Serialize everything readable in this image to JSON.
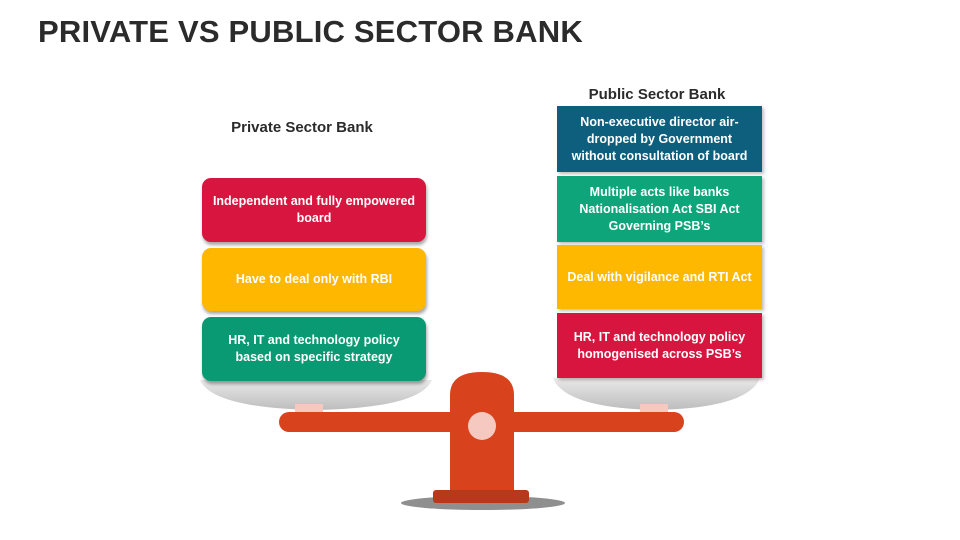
{
  "title": "PRIVATE VS PUBLIC SECTOR BANK",
  "private": {
    "heading": "Private Sector Bank",
    "items": [
      {
        "text": "Independent and fully empowered board",
        "color": "#d8153f"
      },
      {
        "text": "Have to deal only with RBI",
        "color": "#ffb700"
      },
      {
        "text": "HR, IT and technology policy based on specific strategy",
        "color": "#0a9a73"
      }
    ]
  },
  "public": {
    "heading": "Public Sector Bank",
    "items": [
      {
        "text": "Non-executive director air-dropped by Government without consultation of board",
        "color": "#0e5f7d"
      },
      {
        "text": "Multiple acts like banks Nationalisation Act SBI Act Governing PSB’s",
        "color": "#0ea57b"
      },
      {
        "text": "Deal with vigilance and RTI Act",
        "color": "#ffb800"
      },
      {
        "text": "HR, IT and technology policy homogenised across PSB’s",
        "color": "#d8153f"
      }
    ]
  },
  "colors": {
    "beam": "#d8431e",
    "pan": "#cfcfcf",
    "pivot": "#f6c9c0"
  }
}
